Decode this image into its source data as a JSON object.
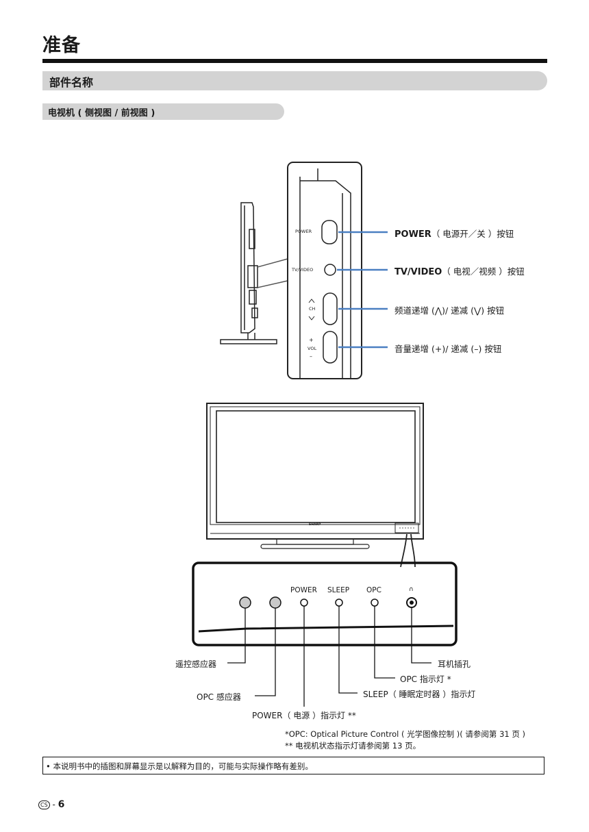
{
  "header": {
    "title": "准备",
    "section": "部件名称",
    "subsection": "电视机 ( 侧视图 / 前视图 )"
  },
  "side_panel": {
    "button_texts": {
      "power": "POWER",
      "tvvideo": "TV/VIDEO",
      "ch": "CH",
      "vol": "VOL",
      "plus": "+",
      "minus": "–"
    },
    "labels": [
      {
        "bold": "POWER",
        "rest": "（ 电源开／关 ）按钮"
      },
      {
        "bold": "TV/VIDEO",
        "rest": "（ 电视／视频 ）按钮"
      },
      {
        "bold": "",
        "rest": "频道递增 (⋀)/ 递减 (⋁) 按钮"
      },
      {
        "bold": "",
        "rest": "音量递增 (+)/ 递减 (–) 按钮"
      }
    ]
  },
  "front_panel": {
    "brand": "SHARP",
    "indicator_texts": {
      "power": "POWER",
      "sleep": "SLEEP",
      "opc": "OPC",
      "headphone": "∩"
    },
    "callouts": {
      "remote_sensor": "遥控感应器",
      "opc_sensor": "OPC 感应器",
      "power_led": "POWER（ 电源 ）指示灯 **",
      "headphone_jack": "耳机插孔",
      "opc_led": "OPC 指示灯 *",
      "sleep_led": "SLEEP（ 睡眠定时器 ）指示灯"
    }
  },
  "notes": {
    "opc": "*OPC: Optical Picture Control ( 光学图像控制 )( 请参阅第 31 页 )",
    "indicator": "** 电视机状态指示灯请参阅第 13 页。"
  },
  "disclaimer": "•  本说明书中的插图和屏幕显示是以解释为目的，可能与实际操作略有差别。",
  "footer": {
    "badge": "CS",
    "sep": "-",
    "page": "6"
  },
  "colors": {
    "leader_blue": "#4a7fc1",
    "bar_gray": "#d3d3d3"
  }
}
